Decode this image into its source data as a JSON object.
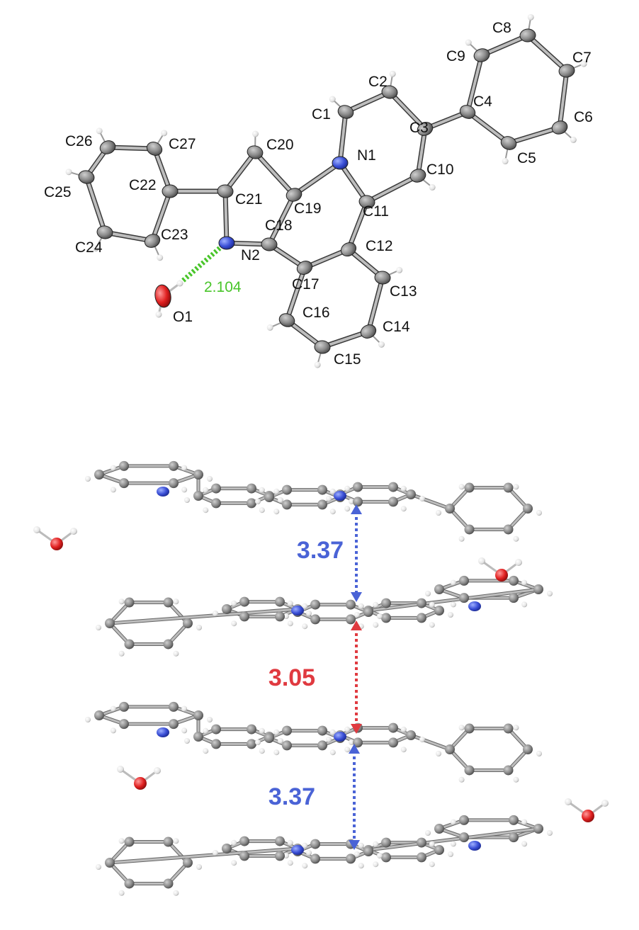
{
  "molecule": {
    "atom_labels": [
      "C1",
      "C2",
      "C3",
      "C4",
      "C5",
      "C6",
      "C7",
      "C8",
      "C9",
      "C10",
      "C11",
      "C12",
      "C13",
      "C14",
      "C15",
      "C16",
      "C17",
      "C18",
      "C19",
      "C20",
      "C21",
      "C22",
      "C23",
      "C24",
      "C25",
      "C26",
      "C27",
      "N1",
      "N2",
      "O1"
    ],
    "hbond_distance": "2.104"
  },
  "stacking": {
    "distances": [
      "3.37",
      "3.05",
      "3.37"
    ],
    "distance_colors": [
      "#4a63d6",
      "#e03a40",
      "#4a63d6"
    ]
  },
  "colors": {
    "carbon": "#8a8a8a",
    "nitrogen": "#3a4fd6",
    "oxygen": "#e02020",
    "hydrogen": "#e8e8e8",
    "hbond": "#49c52a"
  }
}
